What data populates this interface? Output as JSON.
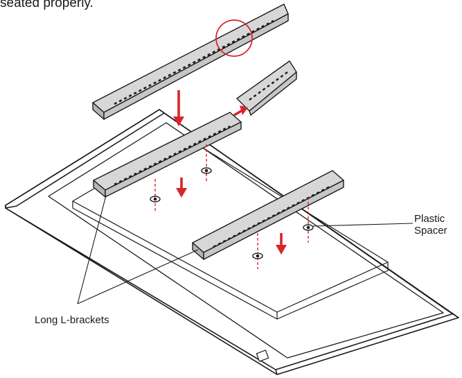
{
  "header_text": "seated properly.",
  "labels": {
    "plastic_spacer_line1": "Plastic",
    "plastic_spacer_line2": "Spacer",
    "long_l_brackets": "Long L-brackets"
  },
  "colors": {
    "line": "#1a1a1a",
    "bracket_fill": "#d7d7d7",
    "bracket_dark": "#b5b5b5",
    "accent_red": "#d6252b",
    "background": "#ffffff"
  }
}
